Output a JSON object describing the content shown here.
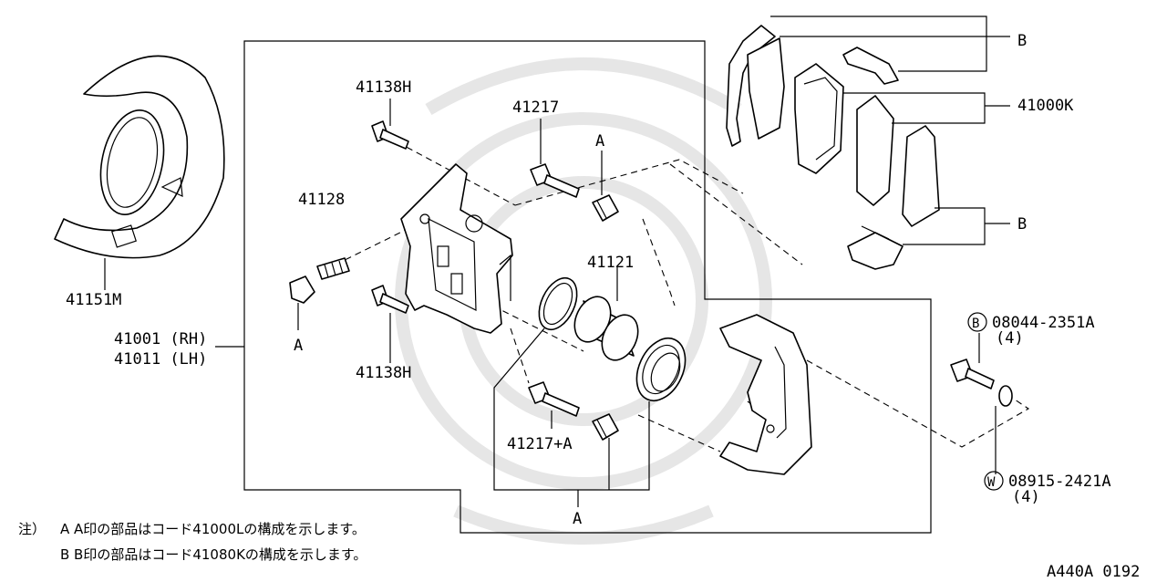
{
  "labels": {
    "dust_shield": "41151M",
    "caliper_rh": "41001 (RH)",
    "caliper_lh": "41011 (LH)",
    "bolt_top": "41138H",
    "bolt_bottom": "41138H",
    "bleeder": "41128",
    "pin_top": "41217",
    "pin_bottom": "41217+A",
    "piston": "41121",
    "pad_kit": "41000K",
    "mark_a_top": "A",
    "mark_a_left": "A",
    "mark_a_bottom": "A",
    "mark_b_top": "B",
    "mark_b_bottom": "B",
    "bolt_part": "08044-2351A",
    "bolt_qty": "(4)",
    "bolt_circle": "B",
    "washer_part": "08915-2421A",
    "washer_qty": "(4)",
    "washer_circle": "W"
  },
  "notes": {
    "prefix": "注）",
    "line_a": "A A印の部品はコード41000Lの構成を示します。",
    "line_b": "B B印の部品はコード41080Kの構成を示します。"
  },
  "diagram_code": "A440A 0192"
}
